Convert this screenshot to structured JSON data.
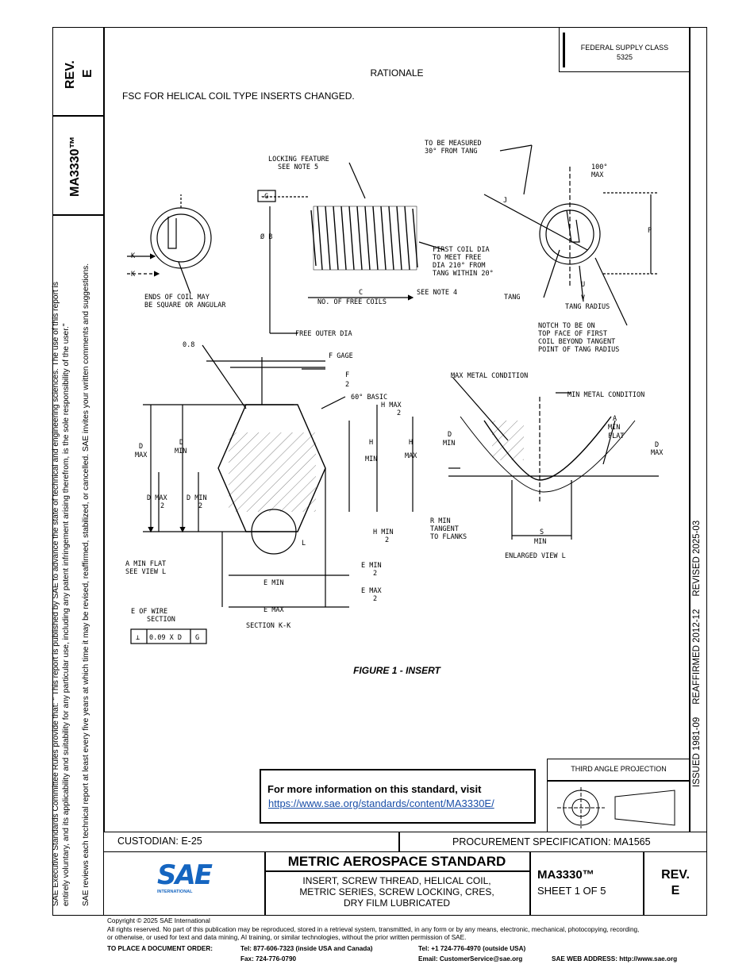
{
  "header": {
    "fsc_line1": "FEDERAL SUPPLY CLASS",
    "fsc_line2": "5325",
    "rationale_title": "RATIONALE",
    "rationale_text": "FSC FOR HELICAL COIL TYPE INSERTS CHANGED."
  },
  "left_column": {
    "rev_label": "REV.",
    "rev_value": "E",
    "doc_number": "MA3330™",
    "rules_line1": "SAE Executive Standards Committee Rules provide that: \"  This report is published by SAE to advance the state of technical and engineering sciences. The use of this report is",
    "rules_line2": "entirely voluntary, and its applicability and suitability for any particular use, including any patent infringement arising therefrom, is the sole responsibility of the user.\"",
    "rules_line3": "SAE reviews each technical report at least every five years at which time it may be revised, reaffirmed, stabilized, or cancelled. SAE invites your written comments and suggestions."
  },
  "right_column": {
    "dates": "ISSUED 1981-09     REAFFIRMED 2012-12     REVISED 2025-03"
  },
  "figure": {
    "caption": "FIGURE 1 - INSERT",
    "labels": {
      "locking_feature": "LOCKING FEATURE",
      "see_note_5": "SEE NOTE 5",
      "to_be_measured": "TO BE MEASURED",
      "from_tang": "30° FROM TANG",
      "max100": "100°",
      "max": "MAX",
      "g_box": "-G-",
      "ob": "Ø B",
      "first_coil_1": "FIRST COIL DIA",
      "first_coil_2": "TO MEET FREE",
      "first_coil_3": "DIA 210° FROM",
      "first_coil_4": "TANG WITHIN 20°",
      "c": "C",
      "free_coils": "NO. OF FREE COILS",
      "see_note_4": "SEE NOTE 4",
      "k": "K",
      "ends_1": "ENDS OF COIL MAY",
      "ends_2": "BE SQUARE OR ANGULAR",
      "free_outer": "FREE OUTER DIA",
      "j": "J",
      "p": "P",
      "u": "U",
      "v": "V",
      "tang": "TANG",
      "tang_radius": "TANG RADIUS",
      "notch_1": "NOTCH TO BE ON",
      "notch_2": "TOP FACE OF FIRST",
      "notch_3": "COIL BEYOND TANGENT",
      "notch_4": "POINT OF TANG RADIUS",
      "v08": "0.8",
      "f_gage": "F GAGE",
      "f": "F",
      "two": "2",
      "basic60": "60° BASIC",
      "h_max": "H MAX",
      "d": "D",
      "min": "MIN",
      "h": "H",
      "d_max": "D MAX",
      "d_min": "D MIN",
      "h_min": "H MIN",
      "l": "L",
      "a_min_flat": "A MIN FLAT",
      "see_view_l": "SEE VIEW L",
      "e_min": "E MIN",
      "e_max": "E MAX",
      "e_of_wire": "E  OF WIRE",
      "section": "SECTION",
      "section_kk": "SECTION K-K",
      "fcf_sym": "⊥",
      "fcf_val": "0.09 X D",
      "fcf_g": "G",
      "max_metal": "MAX METAL CONDITION",
      "min_metal": "MIN METAL CONDITION",
      "a": "A",
      "flat": "FLAT",
      "r_min": "R MIN",
      "tangent": "TANGENT",
      "to_flanks": "TO FLANKS",
      "s": "S",
      "enlarged": "ENLARGED VIEW L"
    }
  },
  "info_box": {
    "title": "For more information on this standard, visit",
    "url": "https://www.sae.org/standards/content/MA3330E/"
  },
  "projection": {
    "label": "THIRD ANGLE PROJECTION"
  },
  "title_block": {
    "custodian": "CUSTODIAN: E-25",
    "procurement": "PROCUREMENT SPECIFICATION: MA1565",
    "logo_text": "SAE",
    "logo_sub": "INTERNATIONAL",
    "standard_title": "METRIC AEROSPACE STANDARD",
    "desc_line1": "INSERT, SCREW THREAD, HELICAL COIL,",
    "desc_line2": "METRIC SERIES, SCREW LOCKING, CRES,",
    "desc_line3": "DRY FILM LUBRICATED",
    "doc_number": "MA3330™",
    "sheet": "SHEET 1 OF 5",
    "rev_label": "REV.",
    "rev_value": "E"
  },
  "footer": {
    "copyright": "Copyright © 2025 SAE International",
    "rights_line1": "All rights reserved. No part of this publication may be reproduced, stored in a retrieval system, transmitted, in any form or by any means, electronic, mechanical, photocopying, recording,",
    "rights_line2": "or otherwise, or used for text and data mining, AI training, or similar technologies, without the prior written permission of SAE.",
    "order_label": "TO PLACE A DOCUMENT ORDER:",
    "tel_usa": "Tel: 877-606-7323 (inside USA and Canada)",
    "tel_outside": "Tel: +1 724-776-4970 (outside USA)",
    "fax": "Fax: 724-776-0790",
    "email": "Email: CustomerService@sae.org",
    "web": "SAE WEB ADDRESS: http://www.sae.org"
  },
  "colors": {
    "link": "#1a4fa8",
    "logo_blue": "#1565c0"
  }
}
